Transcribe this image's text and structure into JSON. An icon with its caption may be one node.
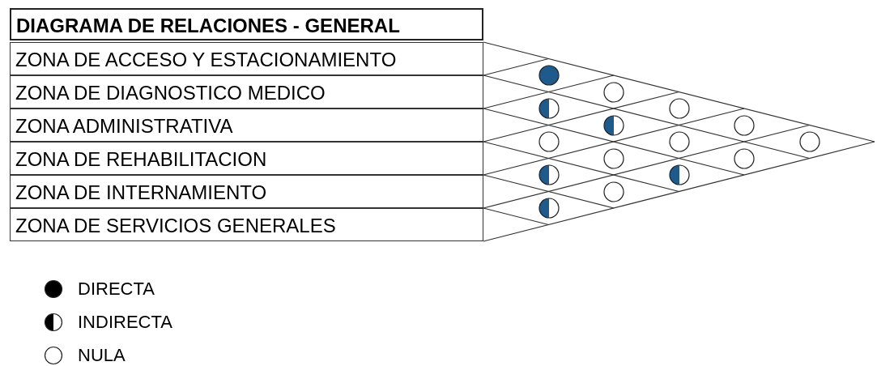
{
  "diagram": {
    "title": "DIAGRAMA DE RELACIONES - GENERAL",
    "nodes": [
      {
        "text": [
          "ZONA DE ACCESO Y ESTACIONAMIENTO"
        ]
      },
      {
        "text": [
          "ZONA DE DIAGNOSTICO MEDICO"
        ]
      },
      {
        "text": [
          "ZONA ADMINISTRATIVA"
        ]
      },
      {
        "text": [
          "ZONA DE REHABILITACION"
        ]
      },
      {
        "text": [
          "ZONA DE INTERNAMIENTO"
        ]
      },
      {
        "text": [
          "ZONA DE SERVICIOS GENERALES"
        ]
      },
      {
        "text": [],
        "shape": "dot"
      },
      {
        "text": [],
        "shape": "circle"
      },
      {
        "text": [],
        "shape": "half-circle"
      },
      {
        "text": [],
        "shape": "circle"
      },
      {
        "text": [],
        "shape": "half-circle"
      },
      {
        "text": [],
        "shape": "circle"
      },
      {
        "text": [],
        "shape": "circle"
      },
      {
        "text": [],
        "shape": "circle"
      },
      {
        "text": [],
        "shape": "circle"
      },
      {
        "text": [],
        "shape": "circle"
      },
      {
        "text": [],
        "shape": "circle"
      },
      {
        "text": [],
        "shape": "half-circle"
      },
      {
        "text": [],
        "shape": "half-circle"
      },
      {
        "text": [],
        "shape": "circle"
      },
      {
        "text": [],
        "shape": "half-circle"
      }
    ],
    "legend": [
      {
        "text": "DIRECTA"
      },
      {
        "text": "INDIRECTA"
      },
      {
        "text": "NULA"
      }
    ]
  }
}
